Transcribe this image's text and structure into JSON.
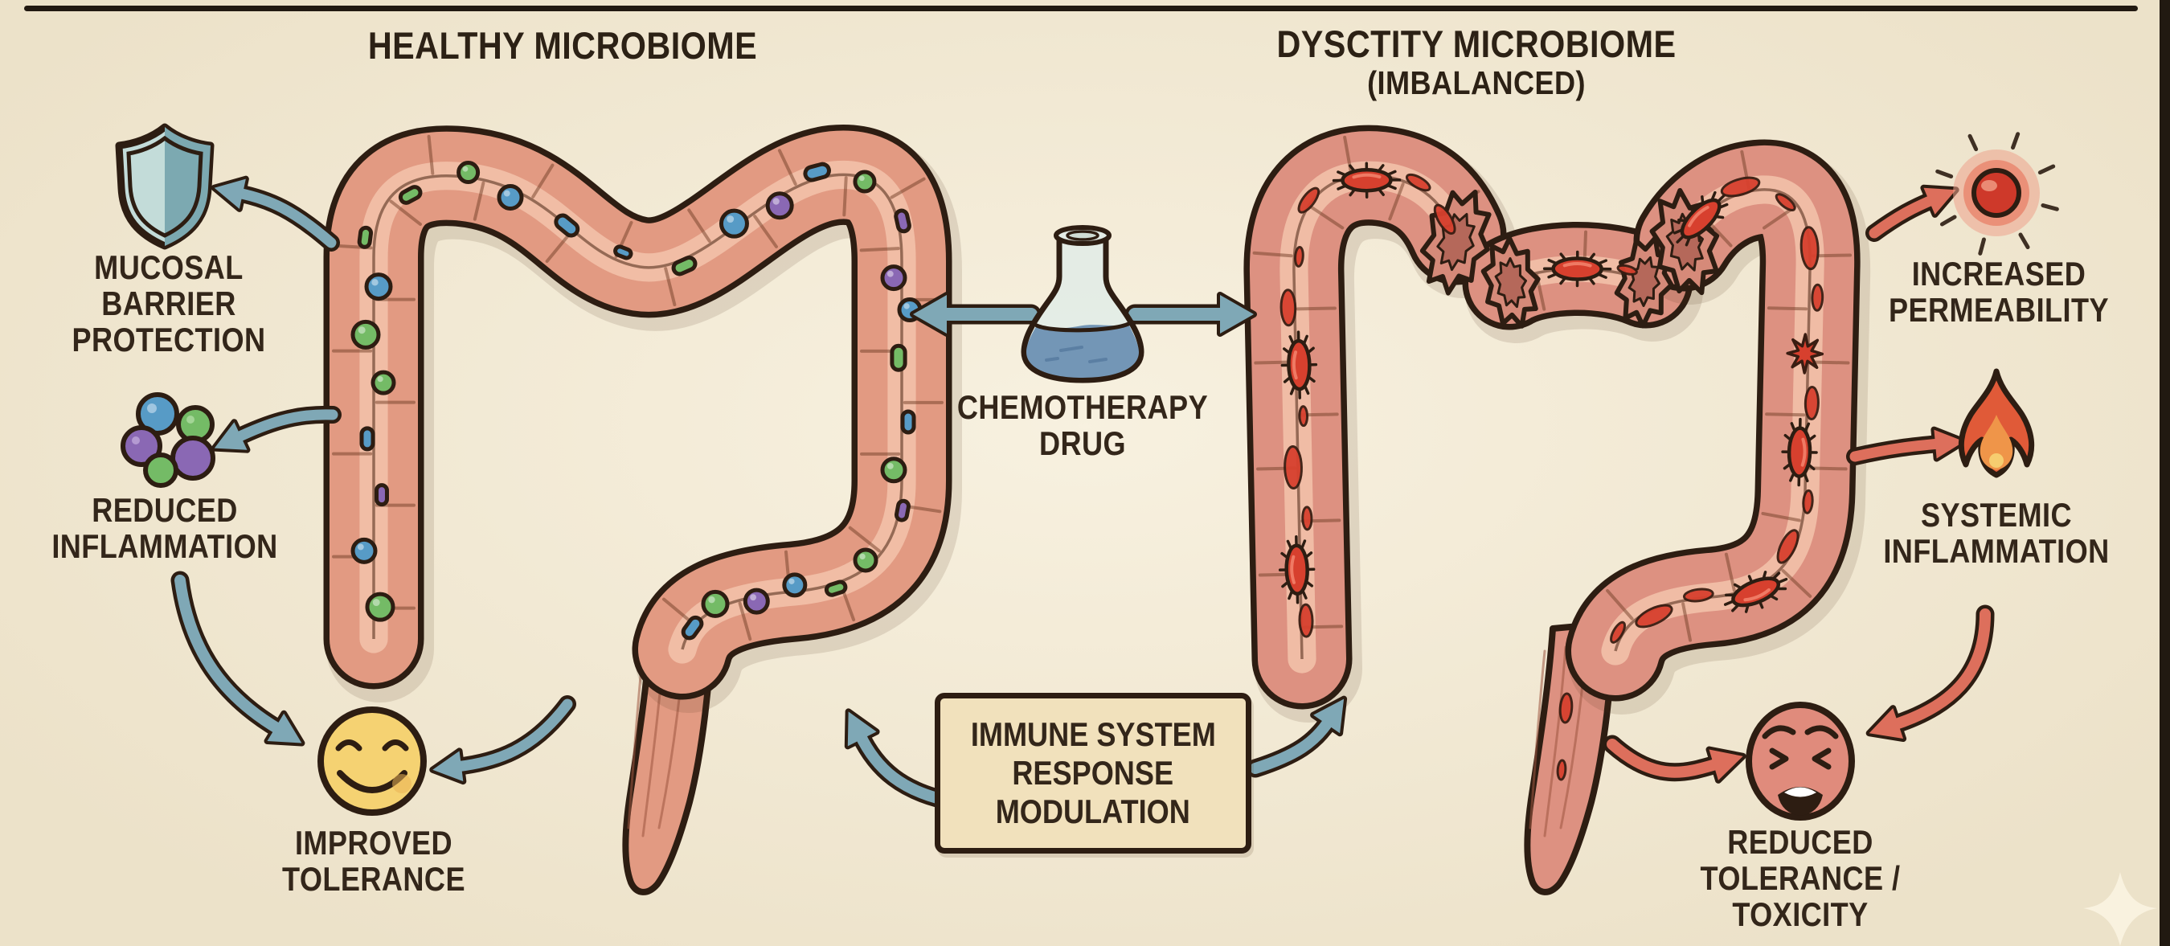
{
  "titles": {
    "healthy": "HEALTHY MICROBIOME",
    "dysbiotic": "DYSCTITY MICROBIOME",
    "dysbiotic_sub": "(IMBALANCED)"
  },
  "center": {
    "flask_icon": "chemotherapy-flask-icon",
    "flask_label": [
      "CHEMOTHERAPY",
      "DRUG"
    ],
    "modulation_box": [
      "IMMUNE SYSTEM",
      "RESPONSE",
      "MODULATION"
    ]
  },
  "healthy_outcomes": [
    {
      "icon": "shield-icon",
      "lines": [
        "MUCOSAL",
        "BARRIER",
        "PROTECTION"
      ]
    },
    {
      "icon": "molecule-cluster-icon",
      "lines": [
        "REDUCED",
        "INFLAMMATION"
      ]
    },
    {
      "icon": "happy-face-icon",
      "lines": [
        "IMPROVED",
        "TOLERANCE"
      ]
    }
  ],
  "dysbiotic_outcomes": [
    {
      "icon": "inflamed-cell-icon",
      "lines": [
        "INCREASED",
        "PERMEABILITY"
      ]
    },
    {
      "icon": "flame-icon",
      "lines": [
        "SYSTEMIC",
        "INFLAMMATION"
      ]
    },
    {
      "icon": "distressed-face-icon",
      "lines": [
        "REDUCED",
        "TOLERANCE /",
        "TOXICITY"
      ]
    }
  ],
  "colors": {
    "background": "#f5ecd5",
    "ink": "#2d1d12",
    "arrow_blue": "#7fa8b6",
    "arrow_red": "#dd6f5c",
    "colon_healthy": "#e29a82",
    "colon_dysbiotic": "#dd9181",
    "colon_highlight": "#f3c3ab",
    "lesion_red": "#d7402e",
    "bacteria_green": "#74bb66",
    "bacteria_blue": "#579bc6",
    "bacteria_purple": "#8a68b4",
    "shield_light": "#c3dcd9",
    "shield_dark": "#7ca9b1",
    "smiley_yellow": "#f5d272",
    "sad_face": "#e08b7c",
    "flame_orange": "#e05a38",
    "flame_inner": "#ef9549",
    "flame_core": "#f6cd6f",
    "flask_liquid": "#7396b6",
    "box_fill": "#f1e1bc"
  }
}
